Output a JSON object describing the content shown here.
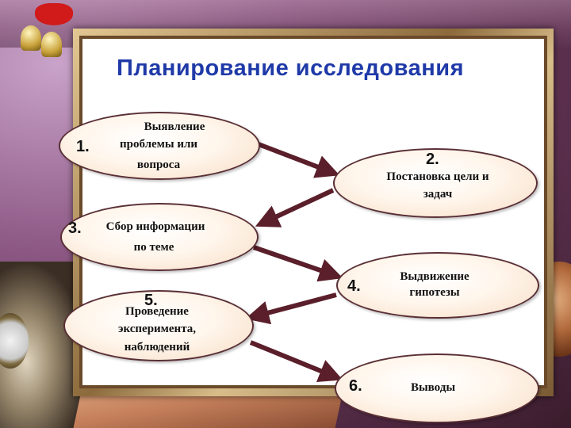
{
  "title": "Планирование исследования",
  "steps": [
    {
      "number": "1.",
      "lines": [
        "Выявление",
        "проблемы или",
        "вопроса"
      ]
    },
    {
      "number": "2.",
      "lines": [
        "Постановка цели и",
        "задач"
      ]
    },
    {
      "number": "3.",
      "lines": [
        "Сбор информации",
        "по теме"
      ]
    },
    {
      "number": "4.",
      "lines": [
        "Выдвижение",
        "гипотезы"
      ]
    },
    {
      "number": "5.",
      "lines": [
        "Проведение",
        "эксперимента,",
        "наблюдений"
      ]
    },
    {
      "number": "6.",
      "lines": [
        "Выводы"
      ]
    }
  ],
  "colors": {
    "title": "#1f3aa8",
    "arrow": "#5a1f2a",
    "ellipse_border": "#5a2f36"
  }
}
